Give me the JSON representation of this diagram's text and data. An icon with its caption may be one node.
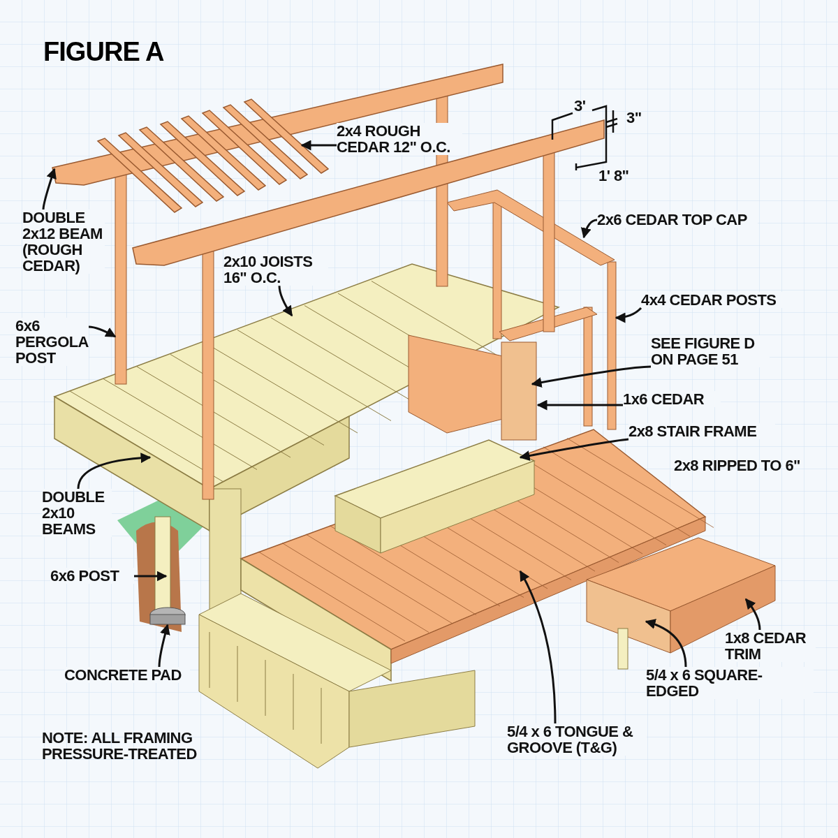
{
  "diagram": {
    "title": "FIGURE A",
    "nodes": [
      {
        "text": [
          "2x4 ROUGH CEDAR 12\" O.C."
        ]
      },
      {
        "text": [
          "DOUBLE 2x12 BEAM (ROUGH CEDAR)"
        ]
      },
      {
        "text": [
          "2x6 CEDAR TOP CAP"
        ]
      },
      {
        "text": [
          "2x10 JOISTS 16\" O.C."
        ]
      },
      {
        "text": [
          "6x6 PERGOLA POST"
        ]
      },
      {
        "text": [
          "4x4 CEDAR POSTS"
        ]
      },
      {
        "text": [
          "SEE FIGURE D ON PAGE 51"
        ]
      },
      {
        "text": [
          "1x6 CEDAR"
        ]
      },
      {
        "text": [
          "2x8 STAIR FRAME"
        ]
      },
      {
        "text": [
          "DOUBLE 2x10 BEAMS"
        ]
      },
      {
        "text": [
          "6x6 POST"
        ]
      },
      {
        "text": [
          "CONCRETE PAD"
        ]
      },
      {
        "text": [
          "5/4 x 6 TONGUE & GROOVE (T&G)"
        ]
      },
      {
        "text": [
          "1x8 CEDAR TRIM"
        ]
      },
      {
        "text": [
          "5/4 x 6 SQUARE-EDGED"
        ]
      }
    ],
    "edges": [
      {
        "from": 0,
        "to": null,
        "arrow": "to"
      },
      {
        "from": 1,
        "to": null,
        "arrow": "to"
      },
      {
        "from": 2,
        "to": null,
        "arrow": "to"
      },
      {
        "from": 3,
        "to": null,
        "arrow": "to"
      },
      {
        "from": 4,
        "to": null,
        "arrow": "to"
      },
      {
        "from": 5,
        "to": null,
        "arrow": "to"
      },
      {
        "from": 6,
        "to": null,
        "arrow": "to"
      },
      {
        "from": 7,
        "to": null,
        "arrow": "to"
      },
      {
        "from": 8,
        "to": null,
        "arrow": "to"
      },
      {
        "from": 9,
        "to": null,
        "arrow": "to"
      },
      {
        "from": 10,
        "to": null,
        "arrow": "to"
      },
      {
        "from": 11,
        "to": null,
        "arrow": "to"
      },
      {
        "from": 12,
        "to": null,
        "arrow": "to"
      },
      {
        "from": 13,
        "to": null,
        "arrow": "to"
      },
      {
        "from": 14,
        "to": null,
        "arrow": "to"
      }
    ],
    "labels": [
      "3'",
      "3\"",
      "1' 8\"",
      "2x8 RIPPED TO 6\"",
      "NOTE: ALL FRAMING PRESSURE-TREATED"
    ]
  }
}
